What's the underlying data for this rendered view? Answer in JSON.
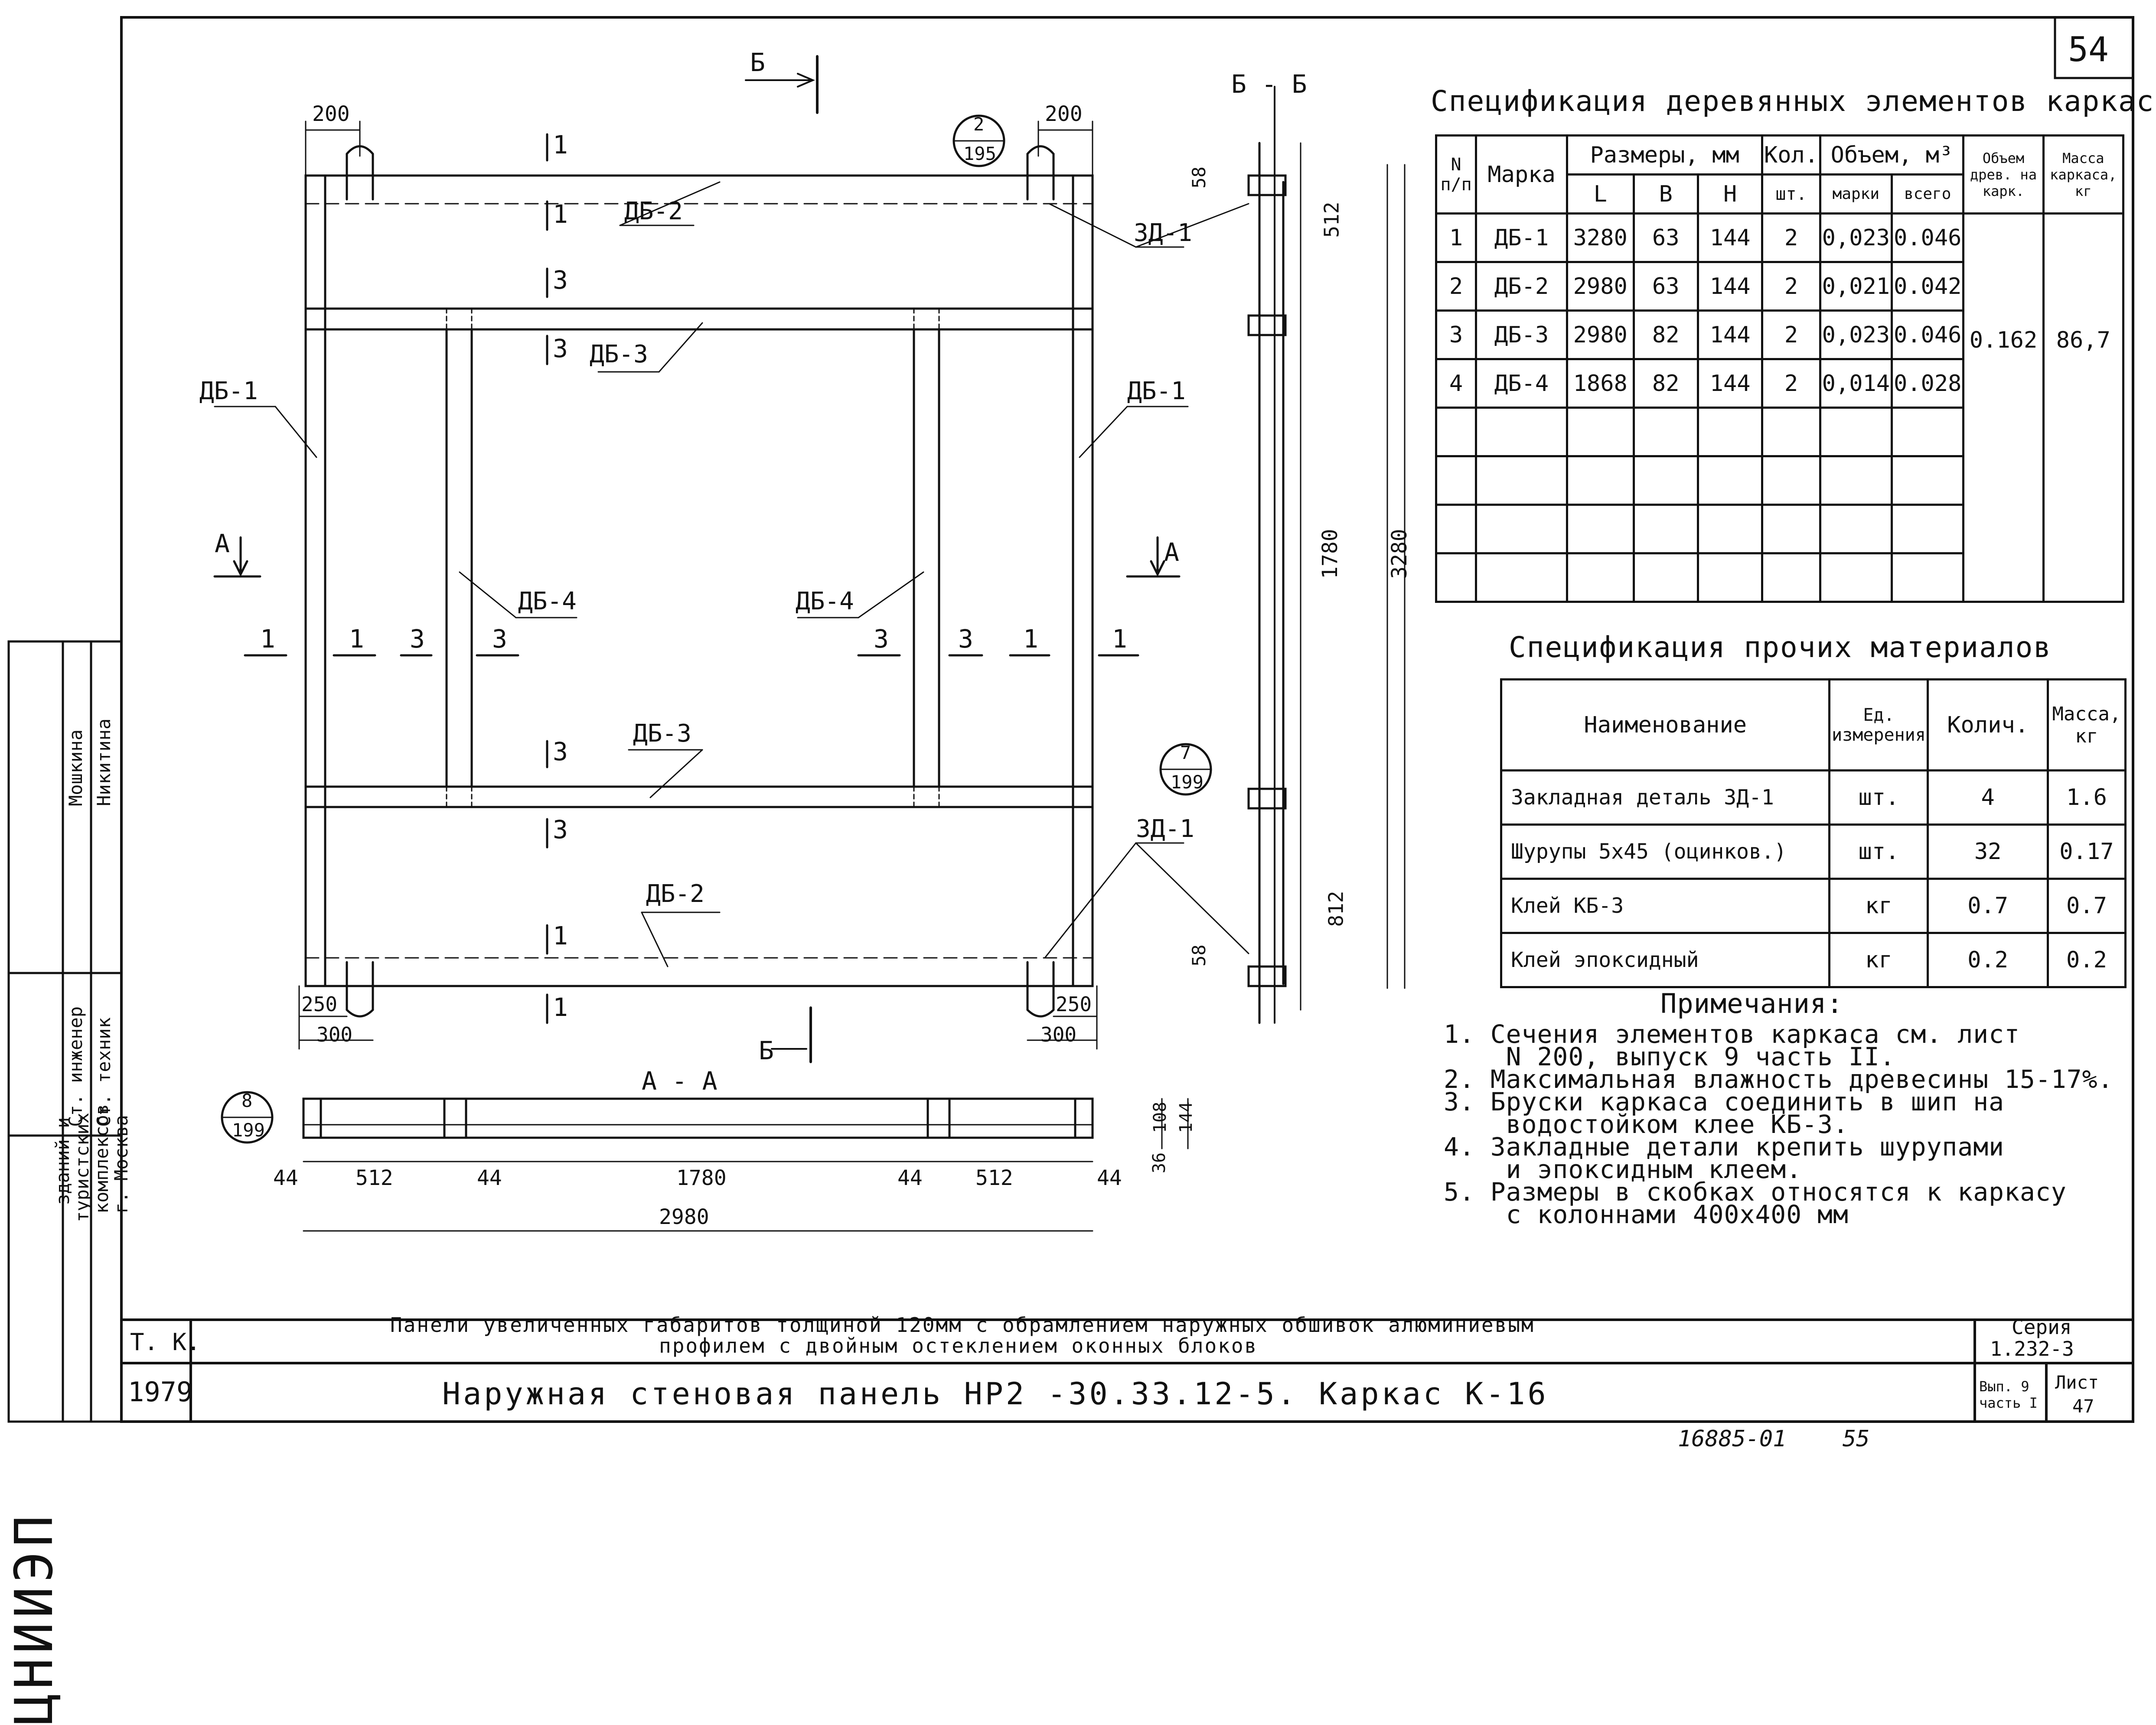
{
  "sheet_no": "54",
  "wood_spec": {
    "title": "Спецификация деревянных элементов каркаса",
    "h_num": "N п/п",
    "h_mark": "Марка",
    "h_sizes": "Размеры, мм",
    "h_L": "L",
    "h_B": "B",
    "h_H": "H",
    "h_qty": "Кол.",
    "h_qty_unit": "шт.",
    "h_vol": "Объем, м³",
    "h_vol_mark": "марки",
    "h_vol_total": "всего",
    "h_wood_vol": "Объем древ. на карк.",
    "h_mass": "Масса каркаса, кг",
    "rows": [
      {
        "n": "1",
        "mark": "ДБ-1",
        "L": "3280",
        "B": "63",
        "H": "144",
        "qty": "2",
        "v1": "0,023",
        "v2": "0.046"
      },
      {
        "n": "2",
        "mark": "ДБ-2",
        "L": "2980",
        "B": "63",
        "H": "144",
        "qty": "2",
        "v1": "0,021",
        "v2": "0.042"
      },
      {
        "n": "3",
        "mark": "ДБ-3",
        "L": "2980",
        "B": "82",
        "H": "144",
        "qty": "2",
        "v1": "0,023",
        "v2": "0.046"
      },
      {
        "n": "4",
        "mark": "ДБ-4",
        "L": "1868",
        "B": "82",
        "H": "144",
        "qty": "2",
        "v1": "0,014",
        "v2": "0.028"
      }
    ],
    "wood_total": "0.162",
    "mass_total": "86,7"
  },
  "other_spec": {
    "title": "Спецификация прочих материалов",
    "h_name": "Наименование",
    "h_unit": "Ед. измерения",
    "h_qty": "Колич.",
    "h_mass": "Масса, кг",
    "rows": [
      {
        "name": "Закладная деталь ЗД-1",
        "unit": "шт.",
        "qty": "4",
        "mass": "1.6"
      },
      {
        "name": "Шурупы 5х45 (оцинков.)",
        "unit": "шт.",
        "qty": "32",
        "mass": "0.17"
      },
      {
        "name": "Клей КБ-3",
        "unit": "кг",
        "qty": "0.7",
        "mass": "0.7"
      },
      {
        "name": "Клей эпоксидный",
        "unit": "кг",
        "qty": "0.2",
        "mass": "0.2"
      }
    ]
  },
  "notes": {
    "title": "Примечания:",
    "items": [
      "1. Сечения элементов каркаса см. лист",
      "    N 200, выпуск 9 часть II.",
      "2. Максимальная влажность древесины 15-17%.",
      "3. Бруски каркаса соединить в шип на",
      "    водостойком клее КБ-3.",
      "4. Закладные детали крепить шурупами",
      "    и эпоксидным клеем.",
      "5. Размеры в скобках относятся к каркасу",
      "    с колоннами 400х400 мм"
    ]
  },
  "title_block": {
    "tk": "Т. К.",
    "year": "1979",
    "desc1": "Панели увеличенных габаритов толщиной 120мм с обрамлением наружных обшивок алюминиевым",
    "desc2": "профилем с двойным остеклением оконных блоков",
    "main_title": "Наружная стеновая панель НР2 -30.33.12-5.  Каркас  К-16",
    "series_label": "Серия",
    "series_value": "1.232-3",
    "issue": "Вып. 9 часть I",
    "sheet_label": "Лист",
    "sheet_value": "47"
  },
  "stamp": {
    "org": "ЦНИИЭП",
    "org_sub1": "зданий и",
    "org_sub2": "туристских",
    "org_sub3": "комплексов",
    "org_sub4": "г. Москва",
    "role1": "Ст. инженер",
    "role2": "Ст. техник",
    "name1": "Мошкина",
    "name2": "Никитина"
  },
  "footer": {
    "code": "16885-01",
    "page": "55"
  },
  "drawing": {
    "section_bb": "Б - Б",
    "section_aa": "А - А",
    "cut_b": "Б",
    "cut_a": "А",
    "callout_top": {
      "num": "2",
      "sheet": "195"
    },
    "callout_mid": {
      "num": "7",
      "sheet": "199"
    },
    "callout_left": {
      "num": "8",
      "sheet": "199"
    },
    "labels": {
      "db1": "ДБ-1",
      "db2": "ДБ-2",
      "db3": "ДБ-3",
      "db4": "ДБ-4",
      "zd1": "ЗД-1"
    },
    "dims": {
      "d200": "200",
      "d250": "250",
      "d300": "300",
      "d58": "58",
      "d44": "44",
      "d512": "512",
      "d1780": "1780",
      "d812": "812",
      "d3280": "3280",
      "d2980": "2980",
      "d108": "108",
      "d144": "144",
      "d36": "36"
    },
    "sec": {
      "s1": "1",
      "s3": "3"
    }
  }
}
